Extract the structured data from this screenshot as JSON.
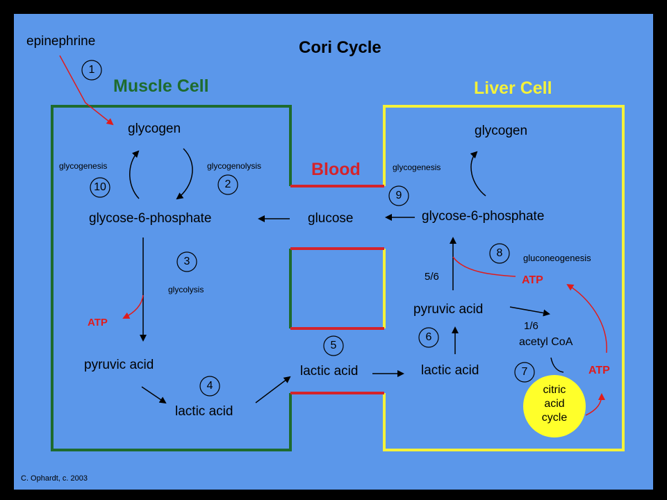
{
  "diagram": {
    "title": "Cori Cycle",
    "muscle_cell": {
      "label": "Muscle Cell",
      "glycogen": "glycogen",
      "glycogenesis": "glycogenesis",
      "glycogenolysis": "glycogenolysis",
      "g6p": "glycose-6-phosphate",
      "glycolysis": "glycolysis",
      "atp": "ATP",
      "pyruvic_acid": "pyruvic acid",
      "lactic_acid": "lactic acid"
    },
    "blood": {
      "label": "Blood",
      "glucose": "glucose",
      "lactic_acid": "lactic acid"
    },
    "liver_cell": {
      "label": "Liver Cell",
      "glycogen": "glycogen",
      "glycogenesis": "glycogenesis",
      "g6p": "glycose-6-phosphate",
      "gluconeogenesis": "gluconeogenesis",
      "atp1": "ATP",
      "fraction_5_6": "5/6",
      "pyruvic_acid": "pyruvic acid",
      "fraction_1_6": "1/6",
      "acetyl_coa": "acetyl CoA",
      "lactic_acid": "lactic acid",
      "atp2": "ATP",
      "citric_acid_cycle": [
        "citric",
        "acid",
        "cycle"
      ]
    },
    "epinephrine": "epinephrine",
    "steps": [
      "1",
      "2",
      "3",
      "4",
      "5",
      "6",
      "7",
      "8",
      "9",
      "10"
    ],
    "credit": "C. Ophardt, c. 2003",
    "colors": {
      "background": "#5b97ea",
      "muscle_border": "#1e6b2e",
      "liver_border": "#f4f23a",
      "blood_border": "#d4232b",
      "accent_red": "#e11b1b",
      "citric_fill": "#ffff2a"
    }
  }
}
